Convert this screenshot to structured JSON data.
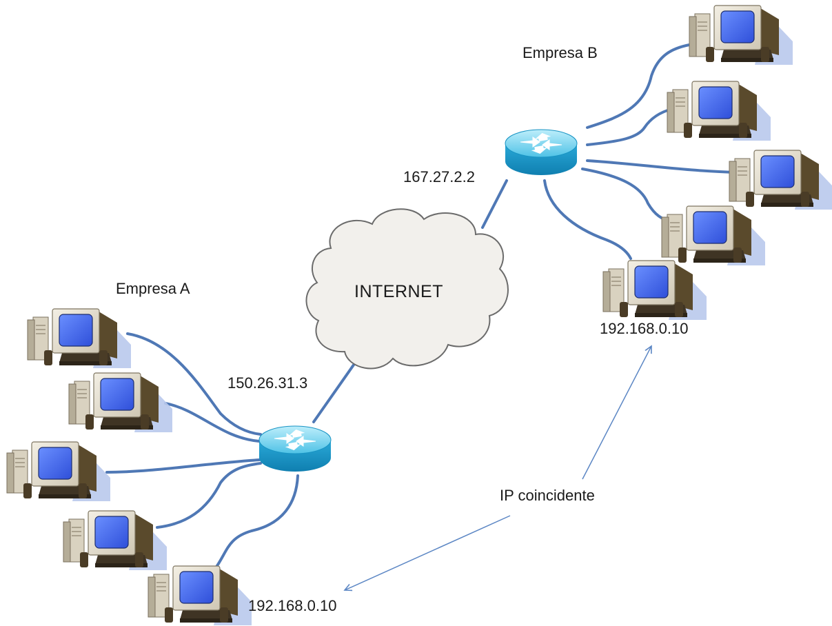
{
  "labels": {
    "company_a": "Empresa A",
    "company_b": "Empresa B",
    "internet": "INTERNET",
    "router_a_ip": "150.26.31.3",
    "router_b_ip": "167.27.2.2",
    "host_a_ip": "192.168.0.10",
    "host_b_ip": "192.168.0.10",
    "conflict_note": "IP coincidente"
  },
  "colors": {
    "link": "#4f78b5",
    "router": "#1fa3d4",
    "cloud_fill": "#f2f0ec",
    "annotation_arrow": "#5b86c4"
  },
  "icons": [
    "router-icon",
    "computer-icon",
    "cloud-icon"
  ]
}
